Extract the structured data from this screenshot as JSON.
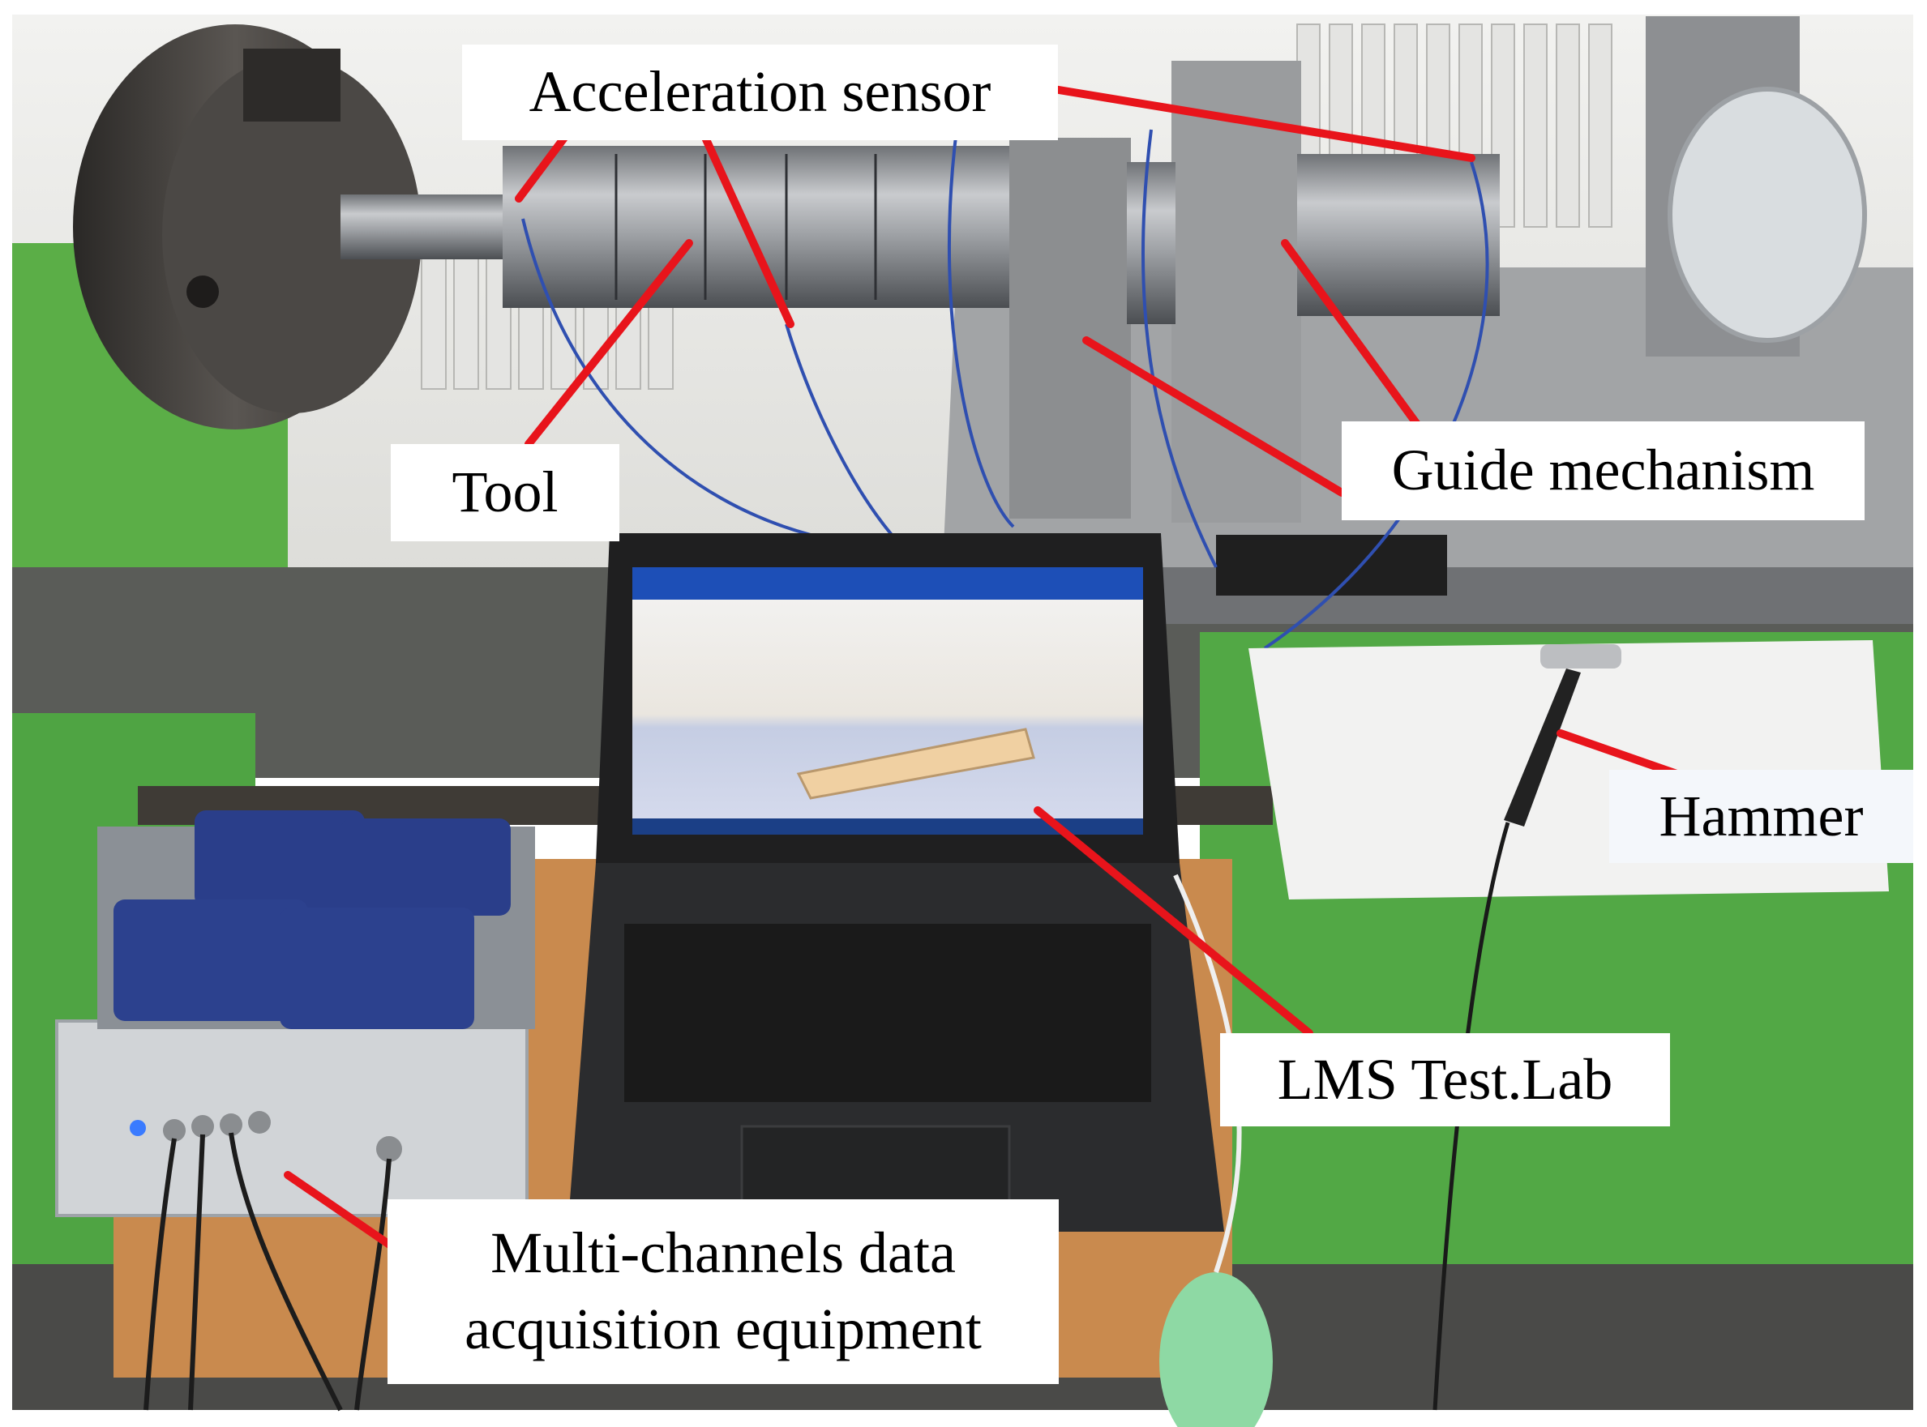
{
  "labels": {
    "acceleration_sensor": "Acceleration sensor",
    "tool": "Tool",
    "guide_mechanism": "Guide mechanism",
    "hammer": "Hammer",
    "lms_test_lab": "LMS Test.Lab",
    "daq_line1": "Multi-channels data",
    "daq_line2": "acquisition equipment"
  },
  "colors": {
    "pointer": "#e8141b",
    "machine_green": "#55b048",
    "steel": "#8f9296",
    "chuck": "#3c3a38"
  }
}
